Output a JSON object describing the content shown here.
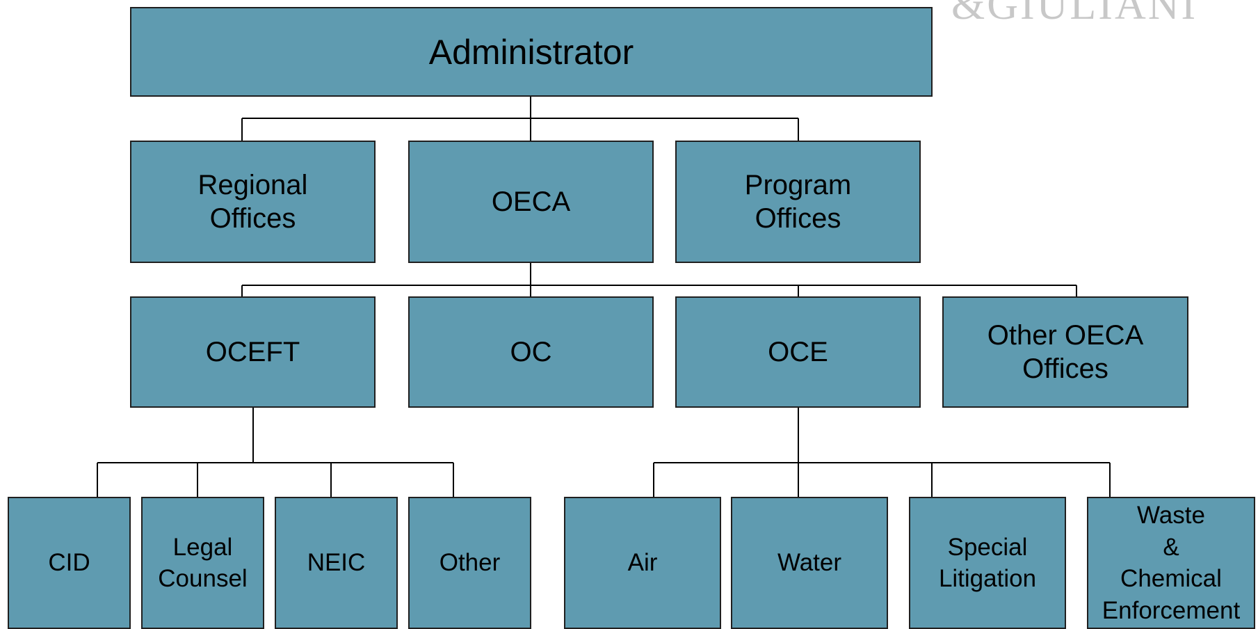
{
  "logo_text": "&GIULIANI",
  "colors": {
    "box_fill": "#5f9bb0",
    "box_border": "#1f1f1f",
    "line": "#000000"
  },
  "administrator": "Administrator",
  "level1": {
    "regional": "Regional\nOffices",
    "oeca": "OECA",
    "program": "Program\nOffices"
  },
  "level2": {
    "oceft": "OCEFT",
    "oc": "OC",
    "oce": "OCE",
    "other_oeca": "Other OECA\nOffices"
  },
  "oceft_children": {
    "cid": "CID",
    "legal": "Legal\nCounsel",
    "neic": "NEIC",
    "other": "Other"
  },
  "oce_children": {
    "air": "Air",
    "water": "Water",
    "special": "Special\nLitigation",
    "waste": "Waste\n&\nChemical\nEnforcement"
  }
}
